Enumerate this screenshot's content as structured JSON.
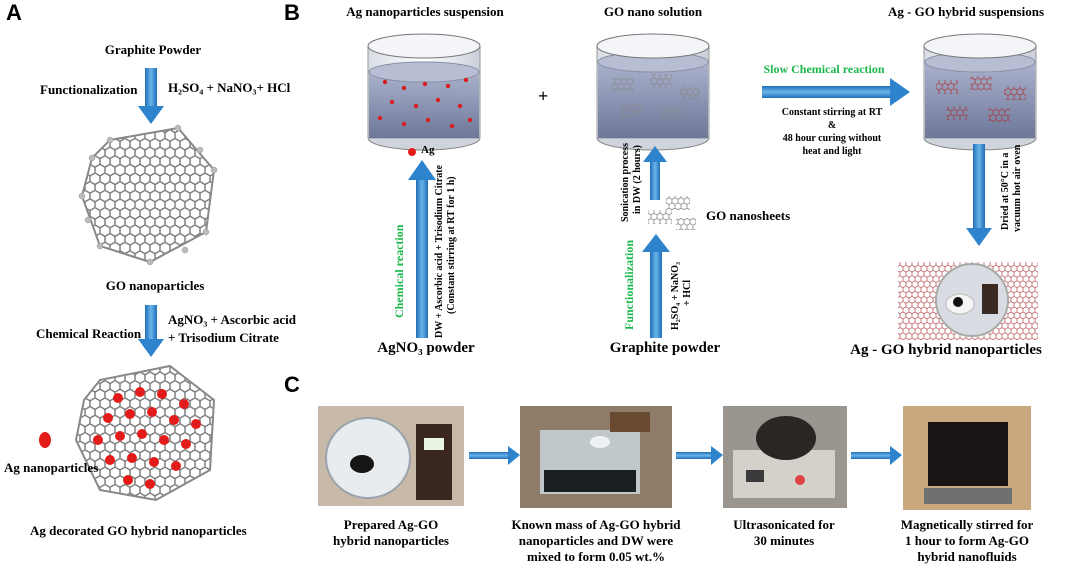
{
  "panelA": {
    "letter": "A",
    "graphite": "Graphite Powder",
    "functionalization": "Functionalization",
    "reagents1": "H₂SO₄ + NaNO₃+ HCl",
    "go_np": "GO nanoparticles",
    "chem_reaction": "Chemical Reaction",
    "reagents2_l1": "AgNO₃ + Ascorbic acid",
    "reagents2_l2": "+ Trisodium Citrate",
    "ag_np": "Ag nanoparticles",
    "ag_go": "Ag decorated GO hybrid nanoparticles"
  },
  "panelB": {
    "letter": "B",
    "ag_susp": "Ag nanoparticles suspension",
    "go_sol": "GO nano solution",
    "hybrid_susp": "Ag - GO hybrid suspensions",
    "ag_label": "Ag",
    "plus": "+",
    "slow_reaction": "Slow Chemical reaction",
    "stir_l1": "Constant stirring at RT",
    "stir_l2": "&",
    "stir_l3": "48 hour curing without",
    "stir_l4": "heat and light",
    "chem_reaction": "Chemical reaction",
    "dw_l1": "DW + Ascorbic acid + Trisodium Citrate",
    "dw_l2": "(Constant stirring at RT for 1 h)",
    "agno3": "AgNO₃ powder",
    "sonic_l1": "Sonication process",
    "sonic_l2": "in DW (2 hours)",
    "go_sheets": "GO nanosheets",
    "functionalization": "Functionalization",
    "reag_l1": "H₂SO₄ + NaNO₃",
    "reag_l2": "+ HCl",
    "graphite": "Graphite powder",
    "dried_l1": "Dried at 50°C in a",
    "dried_l2": "vacuum hot air oven",
    "hybrid_np": "Ag - GO hybrid nanoparticles"
  },
  "panelC": {
    "letter": "C",
    "steps": [
      {
        "l1": "Prepared Ag-GO",
        "l2": "hybrid nanoparticles",
        "l3": ""
      },
      {
        "l1": "Known mass of Ag-GO hybrid",
        "l2": "nanoparticles and DW were",
        "l3": "mixed to form 0.05 wt.%"
      },
      {
        "l1": "Ultrasonicated for",
        "l2": "30 minutes",
        "l3": ""
      },
      {
        "l1": "Magnetically stirred for",
        "l2": "1 hour to form Ag-GO",
        "l3": "hybrid nanofluids"
      }
    ]
  },
  "colors": {
    "arrow": "#3b93d4",
    "green": "#1ab84a",
    "liquid": "#8a94b6",
    "ag": "#e02020"
  }
}
